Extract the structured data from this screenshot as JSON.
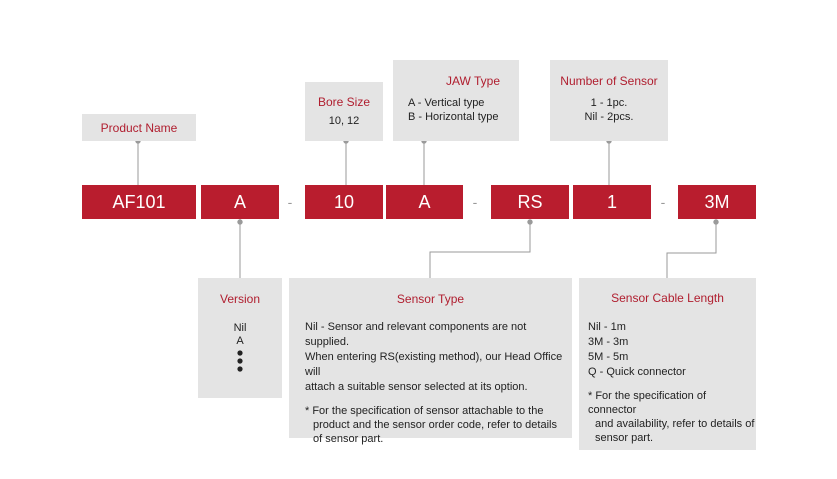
{
  "product_name": {
    "title": "Product Name"
  },
  "bore_size": {
    "title": "Bore Size",
    "value": "10, 12"
  },
  "jaw_type": {
    "title": "JAW Type",
    "options": [
      "A - Vertical type",
      "B - Horizontal type"
    ]
  },
  "number_of_sensor": {
    "title": "Number of Sensor",
    "options": [
      "1 - 1pc.",
      "Nil - 2pcs."
    ]
  },
  "code_segments": {
    "model": "AF101",
    "version": "A",
    "bore": "10",
    "jaw": "A",
    "sensor": "RS",
    "count": "1",
    "cable": "3M",
    "separator": "-"
  },
  "version": {
    "title": "Version",
    "options": [
      "Nil",
      "A"
    ]
  },
  "sensor_type": {
    "title": "Sensor Type",
    "lines": [
      "Nil - Sensor and relevant components are not supplied.",
      "When entering RS(existing method), our Head Office will",
      "attach a suitable sensor selected at its option."
    ],
    "note": [
      "* For the specification of sensor attachable to the",
      "product and the sensor order code, refer to details",
      "of sensor part."
    ]
  },
  "sensor_cable_length": {
    "title": "Sensor Cable Length",
    "options": [
      "Nil - 1m",
      "3M - 3m",
      "5M - 5m",
      "Q - Quick connector"
    ],
    "note": [
      "* For the specification of connector",
      "and availability, refer to details of",
      "sensor part."
    ]
  },
  "colors": {
    "accent": "#b91d2e",
    "box": "#e4e4e4",
    "connector": "#999999"
  }
}
